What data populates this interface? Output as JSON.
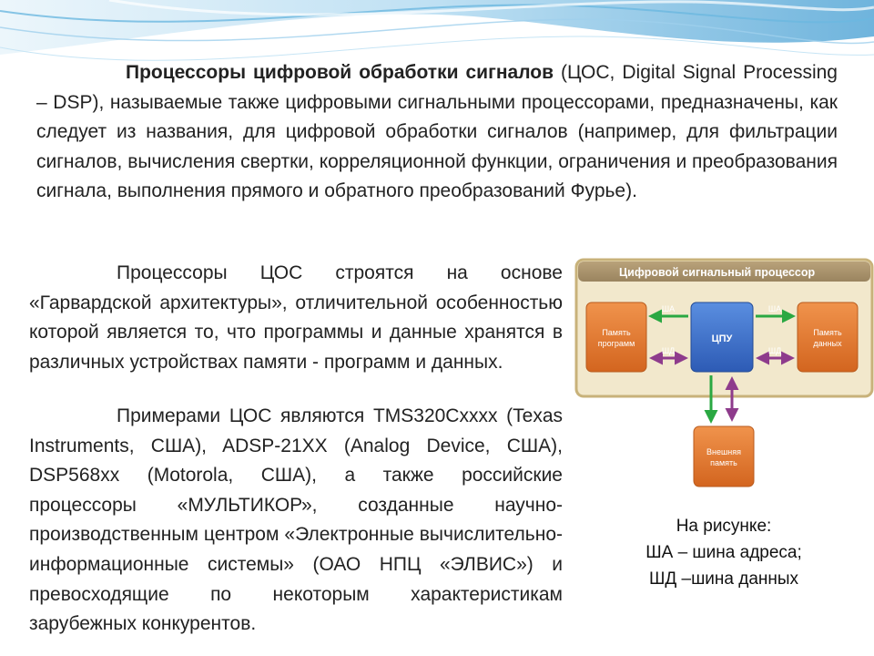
{
  "slide": {
    "paragraph1": {
      "bold": "Процессоры цифровой обработки сигналов",
      "rest": " (ЦОС, Digital Signal Processing – DSP), называемые также цифровыми сигнальными процессорами, предназначены, как следует из названия, для цифровой обработки сигналов (например, для фильтрации сигналов, вычисления свертки, корреляционной функции, ограничения и преобразования сигнала, выполнения прямого и обратного преобразований Фурье)."
    },
    "paragraph2": "Процессоры ЦОС строятся на основе «Гарвардской архитектуры», отличительной особенностью которой является то, что программы и данные хранятся в различных устройствах памяти - программ и данных.",
    "paragraph3": "Примерами ЦОС являются TMS320Cxxxx (Texas Instruments, США), ADSP-21XX (Analog Device, США), DSP568xx (Motorola, США), а также российские процессоры «МУЛЬТИКОР», созданные научно-производственным центром «Электронные вычислительно-информационные системы» (ОАО НПЦ «ЭЛВИС») и превосходящие по некоторым характеристикам зарубежных конкурентов.",
    "caption": {
      "line1": "На рисунке:",
      "line2": "ША – шина адреса;",
      "line3": "ШД –шина данных"
    }
  },
  "diagram": {
    "title": "Цифровой сигнальный процессор",
    "program_memory": [
      "Память",
      "программ"
    ],
    "data_memory": [
      "Память",
      "данных"
    ],
    "cpu": "ЦПУ",
    "external_memory": [
      "Внешняя",
      "память"
    ],
    "address_bus": "ША",
    "data_bus": "ШД"
  },
  "colors": {
    "panel_border": "#c8b27a",
    "panel_fill": "#f2e8cc",
    "title_bar": "#a8916b",
    "orange_box": "#e3782f",
    "cpu_box": "#3d6fc8",
    "address_arrow": "#2aa842",
    "data_arrow": "#8e3b8c",
    "wave_blue": "#4ba3d6"
  }
}
